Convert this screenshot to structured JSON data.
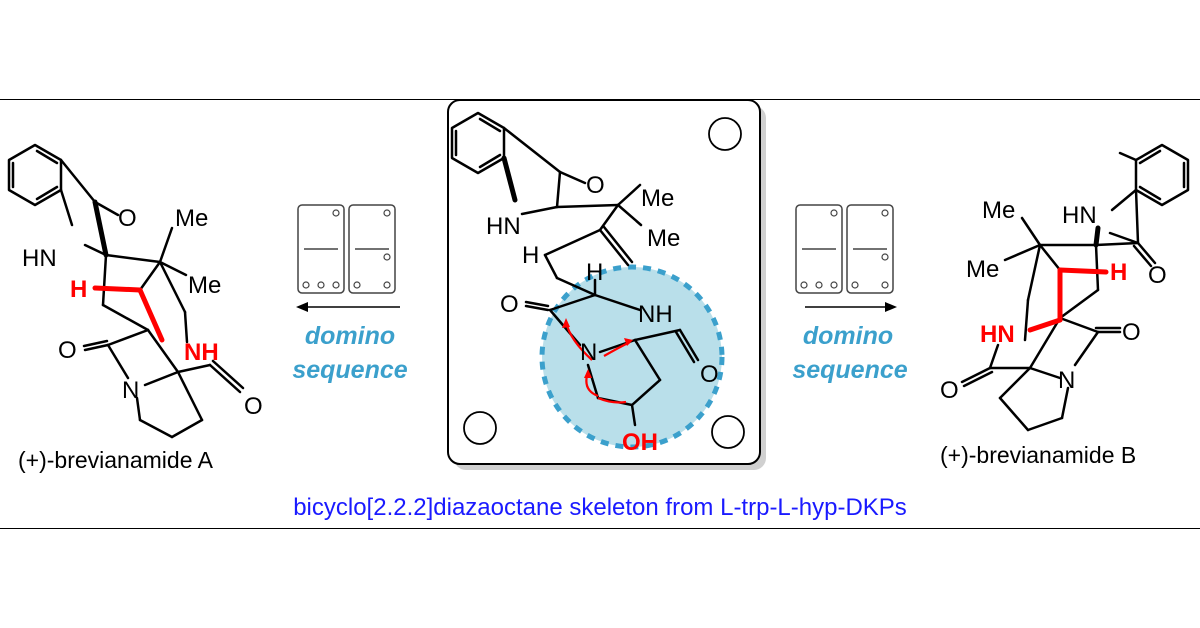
{
  "colors": {
    "accent_red": "#ff0000",
    "domino_blue": "#3ba0cc",
    "caption_blue": "#1a1aff",
    "circle_fill": "#b9dfea"
  },
  "left": {
    "name": "(+)-brevianamide A",
    "labels": {
      "hn": "HN",
      "o1": "O",
      "me1": "Me",
      "me2": "Me",
      "h": "H",
      "nh": "NH",
      "o2": "O",
      "n": "N",
      "o3": "O"
    }
  },
  "arrow_left": {
    "line1": "domino",
    "line2": "sequence"
  },
  "center": {
    "labels": {
      "o1": "O",
      "me1": "Me",
      "me2": "Me",
      "hn": "HN",
      "h1": "H",
      "h2": "H",
      "o2": "O",
      "nh": "NH",
      "n": "N",
      "o3": "O",
      "oh": "OH"
    }
  },
  "arrow_right": {
    "line1": "domino",
    "line2": "sequence"
  },
  "right": {
    "name": "(+)-brevianamide B",
    "labels": {
      "me1": "Me",
      "hn": "HN",
      "me2": "Me",
      "h": "H",
      "o1": "O",
      "hn2": "HN",
      "o2": "O",
      "n": "N",
      "o3": "O"
    }
  },
  "caption": "bicyclo[2.2.2]diazaoctane skeleton from L-trp-L-hyp-DKPs"
}
